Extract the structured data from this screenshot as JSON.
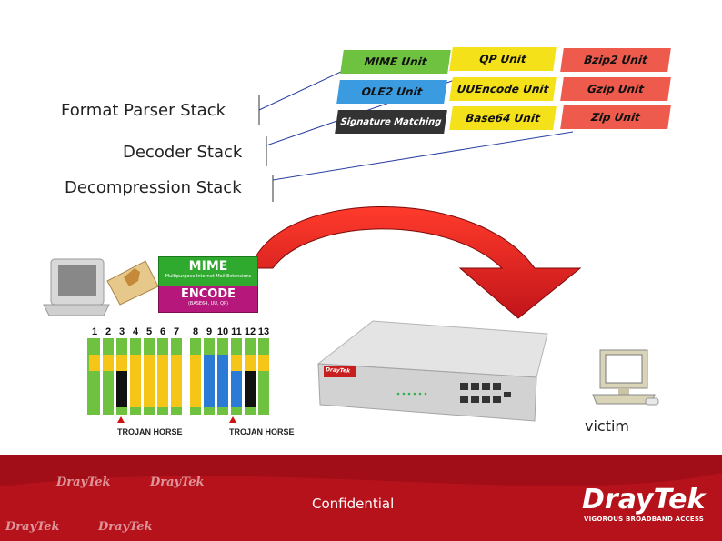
{
  "stack_labels": {
    "format_parser": "Format Parser Stack",
    "decoder": "Decoder Stack",
    "decompression": "Decompression Stack"
  },
  "units": {
    "mime": "MIME Unit",
    "ole2": "OLE2 Unit",
    "signature": "Signature Matching",
    "qp": "QP Unit",
    "uuencode": "UUEncode Unit",
    "base64": "Base64 Unit",
    "bzip2": "Bzip2 Unit",
    "gzip": "Gzip Unit",
    "zip": "Zip Unit"
  },
  "packet_diagram": {
    "mime_title": "MIME",
    "mime_sub": "Multipurpose Internet Mail Extensions",
    "encode_title": "ENCODE",
    "encode_sub": "(BASE64, UU, QP)",
    "numbers": [
      "1",
      "2",
      "3",
      "4",
      "5",
      "6",
      "7",
      "8",
      "9",
      "10",
      "11",
      "12",
      "13"
    ],
    "trojan_1": "TROJAN HORSE",
    "trojan_2": "TROJAN HORSE"
  },
  "router_label": "DrayTek",
  "victim_label": "victim",
  "footer": {
    "confidential": "Confidential",
    "brand": "DrayTek",
    "tagline": "VIGOROUS BROADBAND ACCESS",
    "watermark": "DrayTek"
  },
  "colors": {
    "green_unit": "#6ec23f",
    "blue_unit": "#3a9be0",
    "dark_unit": "#333333",
    "yellow_unit": "#f5e11a",
    "red_unit": "#ee5a4c",
    "arrow_red": "#e02020",
    "footer_red": "#b5121b"
  }
}
